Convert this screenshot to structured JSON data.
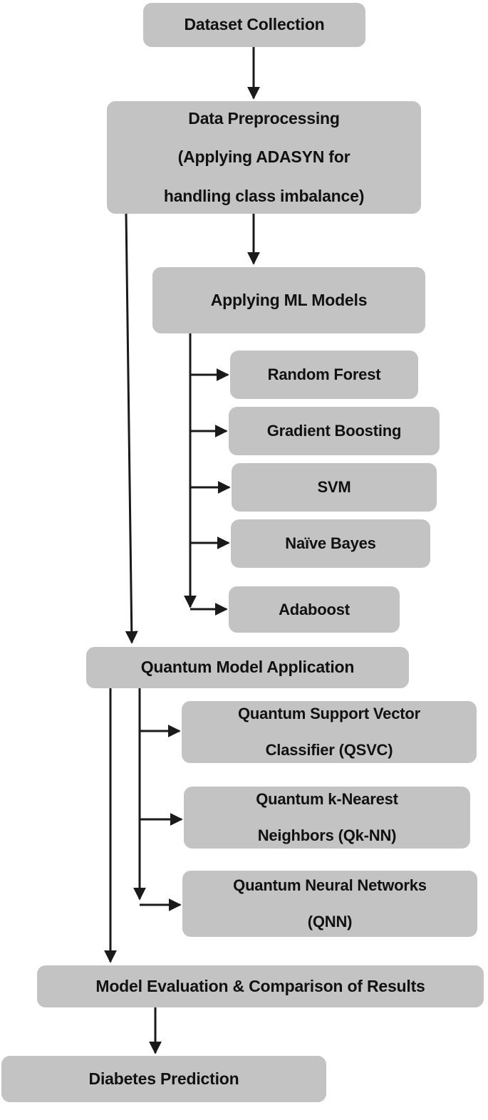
{
  "diagram": {
    "title": "Diabetes Prediction Methodology Flowchart",
    "theme": {
      "node_fill": "#c3c3c3",
      "node_border": "#3d5a86",
      "edge_color": "#1a1a1a",
      "text_color": "#111111",
      "background": "#ffffff"
    },
    "nodes": [
      {
        "id": "dataset_collection",
        "label": "Dataset Collection"
      },
      {
        "id": "data_preprocessing",
        "label": "Data Preprocessing (Applying ADASYN for handling class imbalance)",
        "lines": [
          "Data Preprocessing",
          "(Applying ADASYN for",
          "handling class imbalance)"
        ]
      },
      {
        "id": "applying_ml_models",
        "label": "Applying ML Models"
      },
      {
        "id": "random_forest",
        "label": "Random Forest"
      },
      {
        "id": "gradient_boosting",
        "label": "Gradient Boosting"
      },
      {
        "id": "svm",
        "label": "SVM"
      },
      {
        "id": "naive_bayes",
        "label": "Naïve Bayes"
      },
      {
        "id": "adaboost",
        "label": "Adaboost"
      },
      {
        "id": "quantum_model_application",
        "label": "Quantum Model Application"
      },
      {
        "id": "qsvc",
        "label": "Quantum Support Vector Classifier (QSVC)",
        "lines": [
          "Quantum Support Vector",
          "Classifier (QSVC)"
        ]
      },
      {
        "id": "qknn",
        "label": "Quantum k-Nearest Neighbors (Qk-NN)",
        "lines": [
          "Quantum k-Nearest",
          "Neighbors (Qk-NN)"
        ]
      },
      {
        "id": "qnn",
        "label": "Quantum Neural Networks (QNN)",
        "lines": [
          "Quantum Neural Networks",
          "(QNN)"
        ]
      },
      {
        "id": "model_evaluation",
        "label": "Model Evaluation & Comparison of Results"
      },
      {
        "id": "diabetes_prediction",
        "label": "Diabetes Prediction"
      }
    ],
    "edges": [
      {
        "from": "dataset_collection",
        "to": "data_preprocessing"
      },
      {
        "from": "data_preprocessing",
        "to": "applying_ml_models"
      },
      {
        "from": "data_preprocessing",
        "to": "quantum_model_application"
      },
      {
        "from": "applying_ml_models",
        "to": "random_forest"
      },
      {
        "from": "applying_ml_models",
        "to": "gradient_boosting"
      },
      {
        "from": "applying_ml_models",
        "to": "svm"
      },
      {
        "from": "applying_ml_models",
        "to": "naive_bayes"
      },
      {
        "from": "applying_ml_models",
        "to": "adaboost"
      },
      {
        "from": "quantum_model_application",
        "to": "qsvc"
      },
      {
        "from": "quantum_model_application",
        "to": "qknn"
      },
      {
        "from": "quantum_model_application",
        "to": "qnn"
      },
      {
        "from": "quantum_model_application",
        "to": "model_evaluation"
      },
      {
        "from": "model_evaluation",
        "to": "diabetes_prediction"
      }
    ]
  }
}
